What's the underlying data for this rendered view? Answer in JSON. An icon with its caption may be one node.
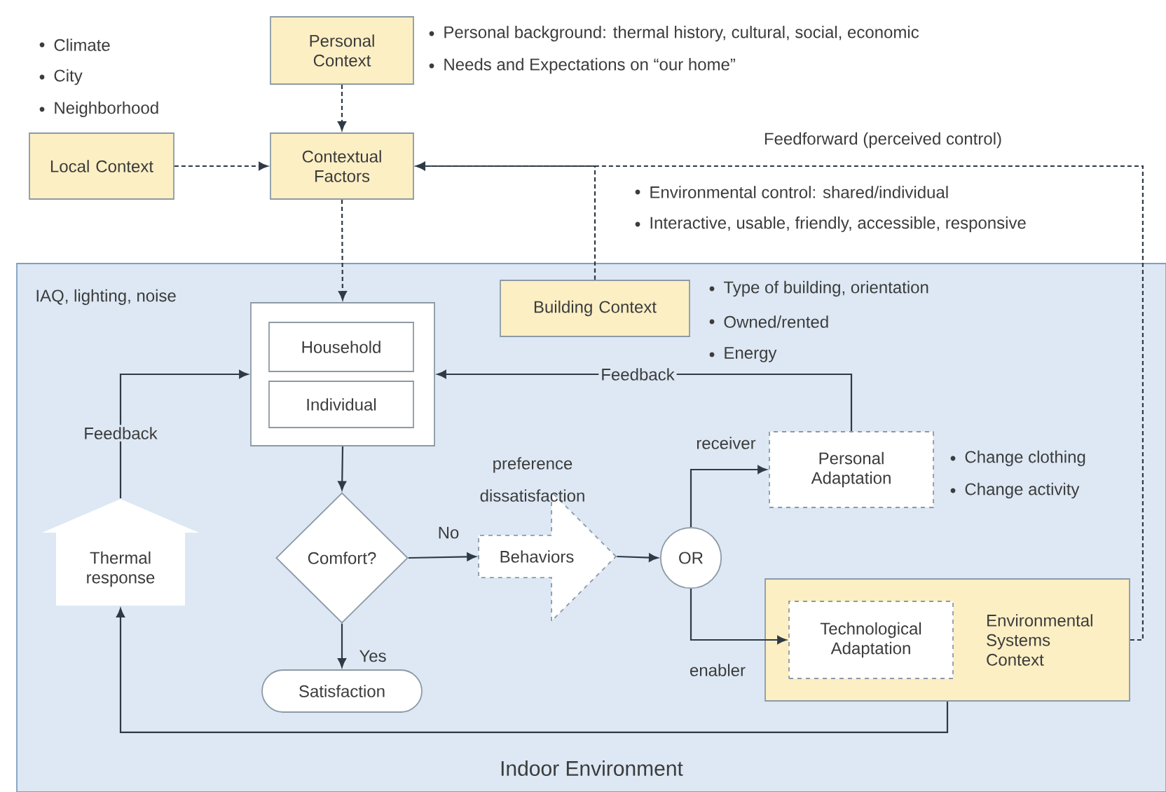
{
  "diagram": {
    "nodes": [
      {
        "text": [
          "Indoor Environment"
        ]
      },
      {
        "text": [
          "Personal Context"
        ],
        "beside": [
          "Personal background: thermal history, cultural, social, economic",
          "Needs and Expectations on “our home”"
        ]
      },
      {
        "text": [
          "Local Context"
        ],
        "beside": [
          "Climate",
          "City",
          "Neighborhood"
        ]
      },
      {
        "text": [
          "Contextual Factors"
        ]
      },
      {
        "text": [
          "Building Context"
        ],
        "in": 0,
        "beside": [
          "Type of building, orientation",
          "Owned/rented",
          "Energy"
        ]
      },
      {
        "text": [],
        "shape": "box",
        "in": 0
      },
      {
        "text": [
          "Household"
        ],
        "in": 5
      },
      {
        "text": [
          "Individual"
        ],
        "in": 5
      },
      {
        "text": [
          "Comfort?"
        ],
        "in": 0
      },
      {
        "text": [
          "Satisfaction"
        ],
        "in": 0
      },
      {
        "text": [
          "Thermal response"
        ],
        "in": 0
      },
      {
        "text": [
          "Behaviors"
        ],
        "in": 0,
        "beside": [
          "preference dissatisfaction"
        ]
      },
      {
        "text": [
          "OR"
        ],
        "in": 0
      },
      {
        "text": [
          "Personal Adaptation"
        ],
        "in": 0,
        "beside": [
          "Change clothing",
          "Change activity"
        ]
      },
      {
        "text": [
          "Environmental Systems Context"
        ],
        "in": 0
      },
      {
        "text": [
          "Technological Adaptation"
        ],
        "in": 14
      }
    ],
    "edges": [
      {
        "from": 1,
        "to": 3,
        "arrow": "to",
        "style": "dashed"
      },
      {
        "from": 2,
        "to": 3,
        "arrow": "to",
        "style": "dashed"
      },
      {
        "from": 14,
        "to": 3,
        "arrow": "to",
        "style": "dashed",
        "label": "Feedforward (perceived control)"
      },
      {
        "from": 4,
        "to": 3,
        "arrow": "to",
        "style": "dashed"
      },
      {
        "from": 3,
        "to": 5,
        "arrow": "to",
        "style": "dashed"
      },
      {
        "from": 5,
        "to": 8,
        "arrow": "to"
      },
      {
        "from": 8,
        "to": 11,
        "arrow": "to",
        "label": "No"
      },
      {
        "from": 8,
        "to": 9,
        "arrow": "to",
        "label": "Yes"
      },
      {
        "from": 11,
        "to": 12,
        "arrow": "to"
      },
      {
        "from": 12,
        "to": 13,
        "arrow": "to",
        "label": "receiver"
      },
      {
        "from": 12,
        "to": 15,
        "arrow": "to",
        "label": "enabler"
      },
      {
        "from": 13,
        "to": 5,
        "arrow": "to",
        "label": "Feedback"
      },
      {
        "from": 10,
        "to": 5,
        "arrow": "to",
        "label": "Feedback"
      },
      {
        "from": 14,
        "to": 10,
        "arrow": "to"
      }
    ],
    "labels": [
      "Environmental control: shared/individual",
      "Interactive, usable, friendly, accessible, responsive",
      "IAQ, lighting, noise"
    ]
  }
}
